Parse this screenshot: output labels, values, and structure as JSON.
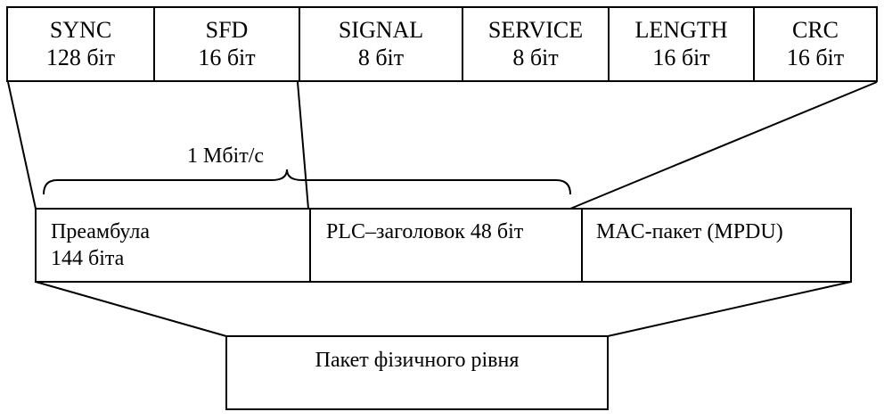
{
  "top_fields": [
    {
      "name": "SYNC",
      "bits": "128 біт"
    },
    {
      "name": "SFD",
      "bits": "16 біт"
    },
    {
      "name": "SIGNAL",
      "bits": "8 біт"
    },
    {
      "name": "SERVICE",
      "bits": "8 біт"
    },
    {
      "name": "LENGTH",
      "bits": "16 біт"
    },
    {
      "name": "CRC",
      "bits": "16 біт"
    }
  ],
  "rate_label": "1 Мбіт/с",
  "middle_segments": {
    "preamble": {
      "line1": "Преамбула",
      "line2": "144 біта"
    },
    "plcp_header": "PLC–заголовок 48 біт",
    "mac_packet": "MAC-пакет (MPDU)"
  },
  "phy_packet": "Пакет фізичного рівня"
}
